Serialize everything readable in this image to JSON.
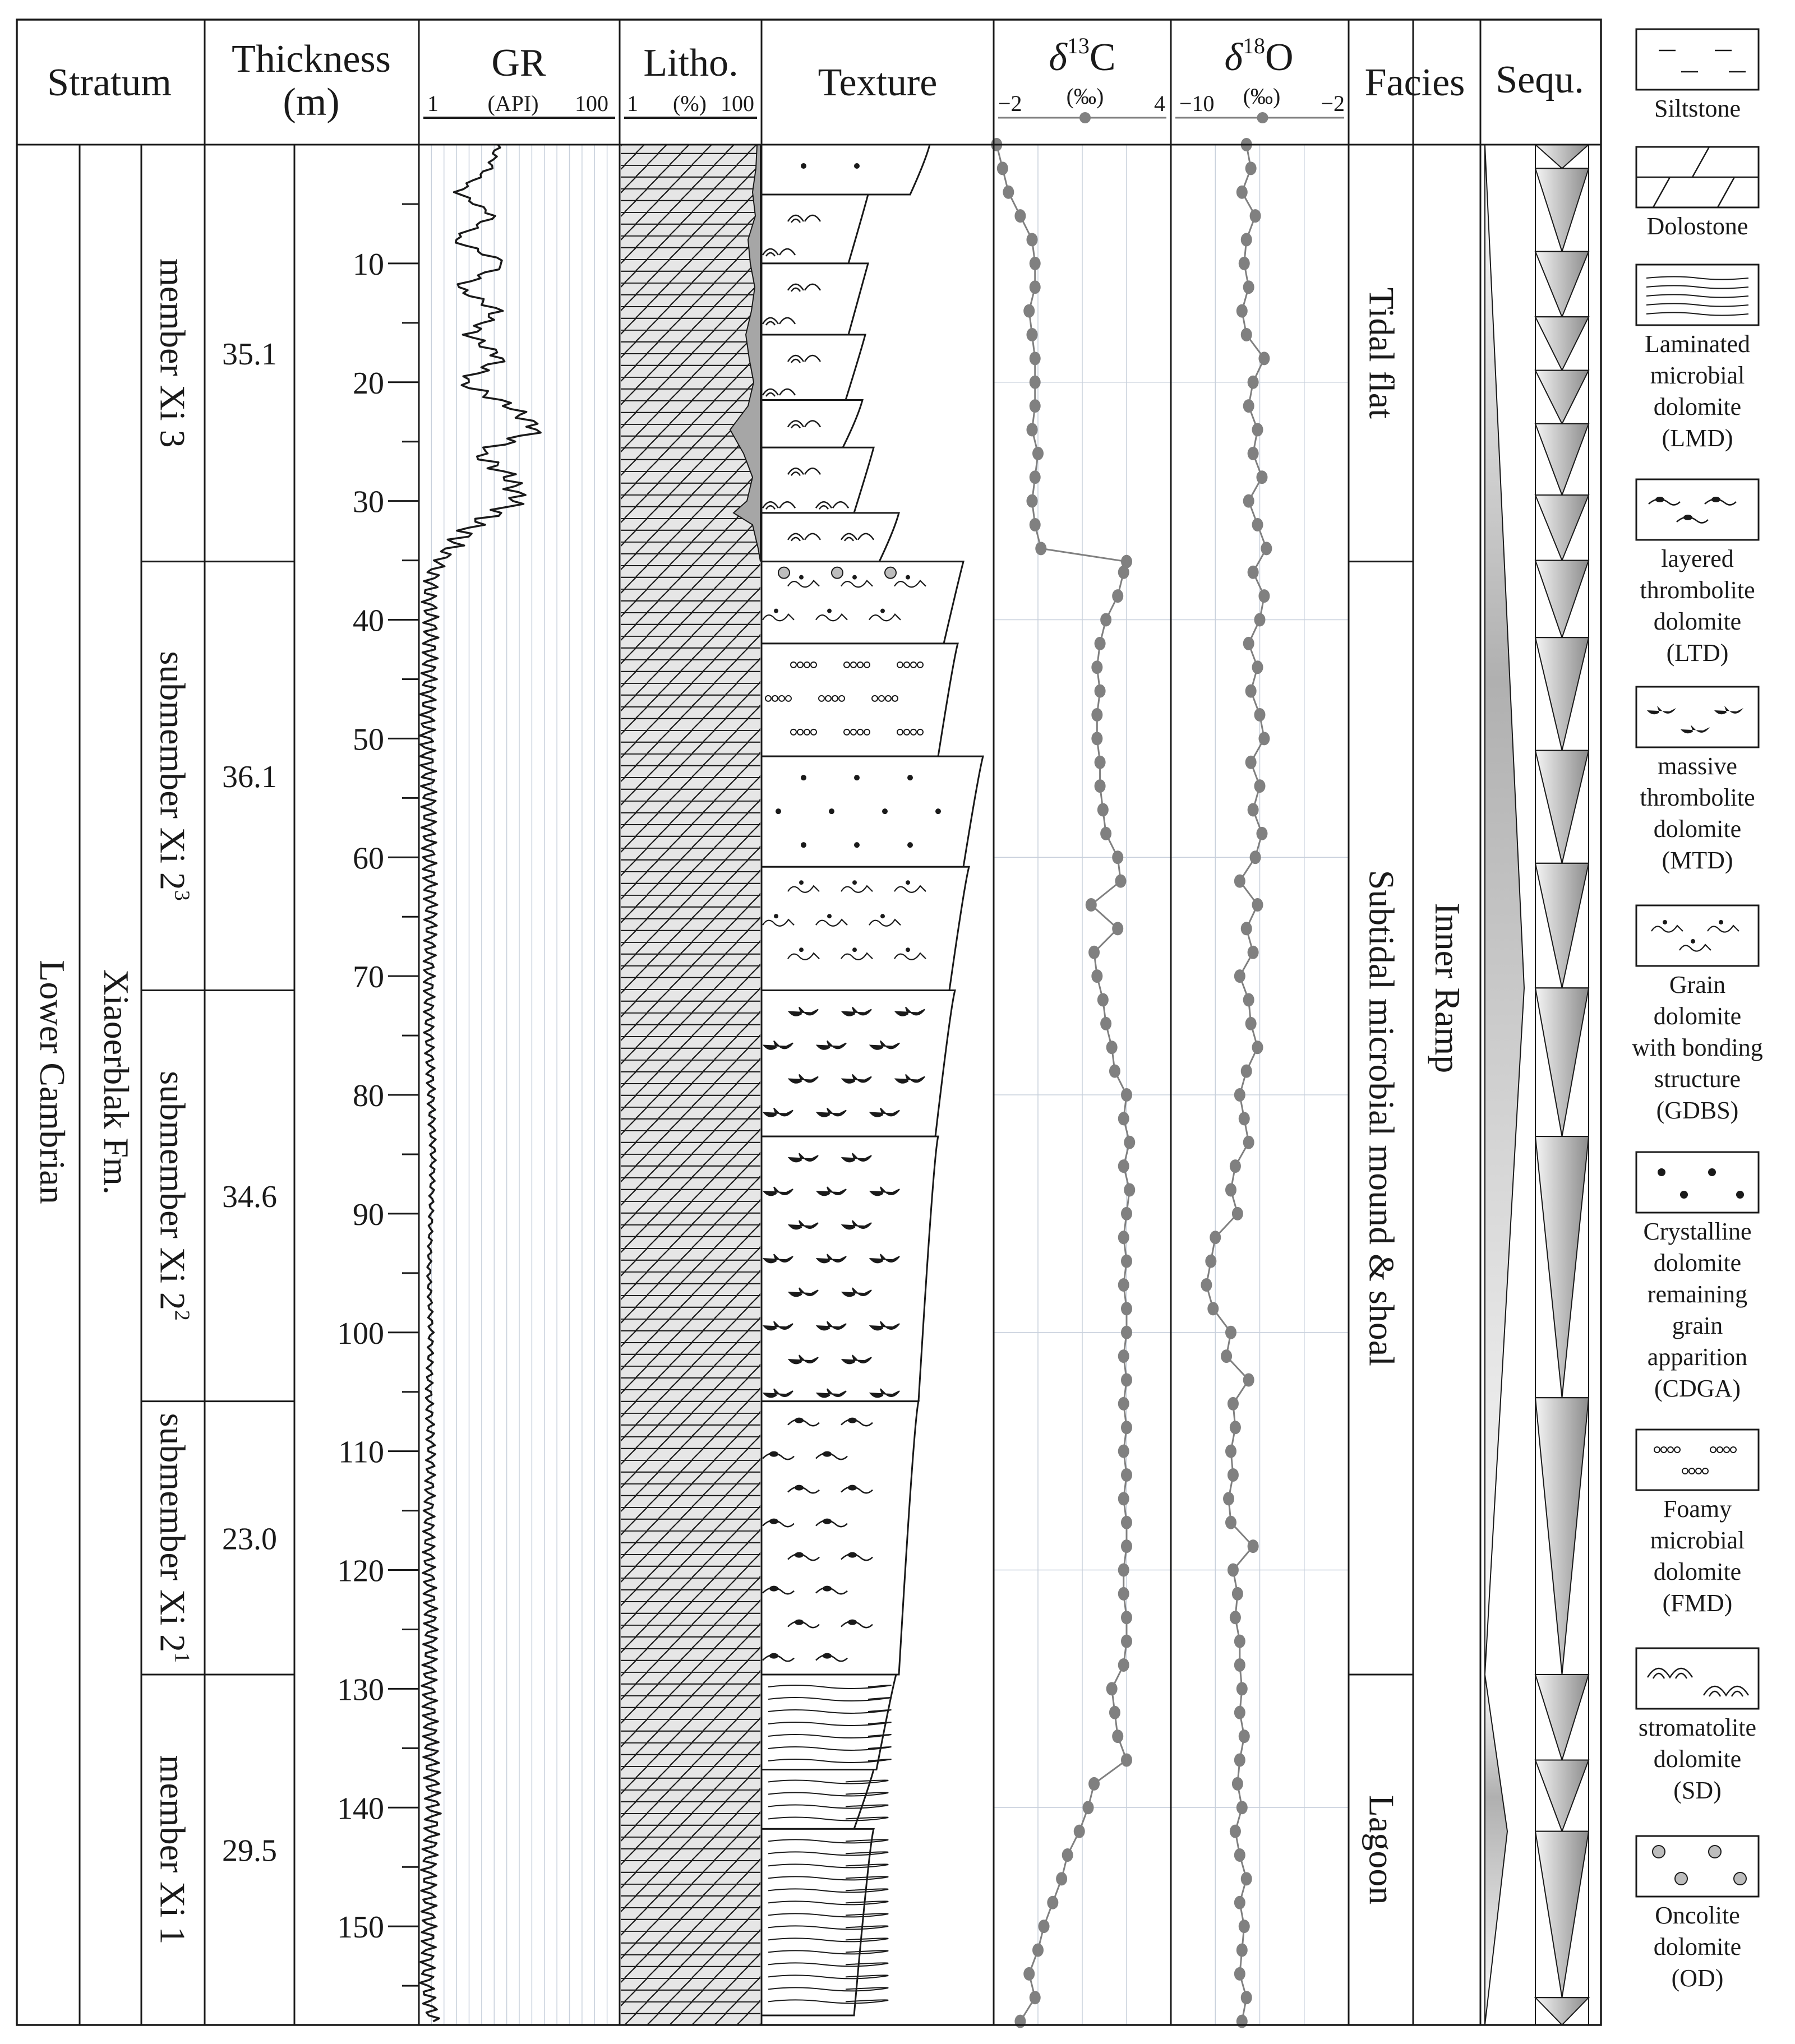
{
  "headers": {
    "stratum": "Stratum",
    "thickness_line1": "Thickness",
    "thickness_line2": "(m)",
    "gr": "GR",
    "gr_scale_min": "1",
    "gr_scale_unit": "(API)",
    "gr_scale_max": "100",
    "litho": "Litho.",
    "litho_scale_min": "1",
    "litho_scale_unit": "(%)",
    "litho_scale_max": "100",
    "texture": "Texture",
    "d13c_delta": "δ",
    "d13c_sup": "13",
    "d13c_elem": "C",
    "d13c_min": "−2",
    "d13c_unit": "(‰)",
    "d13c_max": "4",
    "d18o_delta": "δ",
    "d18o_sup": "18",
    "d18o_elem": "O",
    "d18o_min": "−10",
    "d18o_unit": "(‰)",
    "d18o_max": "−2",
    "facies": "Facies",
    "sequ": "Sequ."
  },
  "stratum": {
    "series": "Lower Cambrian",
    "formation": "Xiaoerblak Fm.",
    "units": [
      {
        "name": "member Xi 3",
        "sup": "",
        "thickness": "35.1",
        "top": 0,
        "base": 35.1
      },
      {
        "name": "submember Xi 2",
        "sup": "3",
        "thickness": "36.1",
        "top": 35.1,
        "base": 71.2
      },
      {
        "name": "submember Xi 2",
        "sup": "2",
        "thickness": "34.6",
        "top": 71.2,
        "base": 105.8
      },
      {
        "name": "submember Xi 2",
        "sup": "1",
        "thickness": "23.0",
        "top": 105.8,
        "base": 128.8
      },
      {
        "name": "member Xi 1",
        "sup": "",
        "thickness": "29.5",
        "top": 128.8,
        "base": 158.3
      }
    ]
  },
  "depth_axis": {
    "min": 0,
    "max": 158.3,
    "ticks": [
      "10",
      "20",
      "30",
      "40",
      "50",
      "60",
      "70",
      "80",
      "90",
      "100",
      "110",
      "120",
      "130",
      "140",
      "150"
    ]
  },
  "facies": {
    "subfacies": [
      {
        "name": "Tidal flat",
        "top": 0,
        "base": 35.1
      },
      {
        "name": "Subtidal microbial mound & shoal",
        "top": 35.1,
        "base": 128.8
      },
      {
        "name": "Lagoon",
        "top": 128.8,
        "base": 158.3
      }
    ],
    "facies": "Inner Ramp"
  },
  "texture_intervals": [
    {
      "type": "CDGA",
      "top": 0,
      "base": 4.2
    },
    {
      "type": "SD",
      "top": 4.2,
      "base": 10
    },
    {
      "type": "SD",
      "top": 10,
      "base": 16
    },
    {
      "type": "SD",
      "top": 16,
      "base": 21.5
    },
    {
      "type": "SD",
      "top": 21.5,
      "base": 25.5
    },
    {
      "type": "SD",
      "top": 25.5,
      "base": 31
    },
    {
      "type": "SD",
      "top": 31,
      "base": 35.1
    },
    {
      "type": "OD_GDBS",
      "top": 35.1,
      "base": 42
    },
    {
      "type": "FMD",
      "top": 42,
      "base": 51.5
    },
    {
      "type": "CDGA",
      "top": 51.5,
      "base": 60.8
    },
    {
      "type": "GDBS",
      "top": 60.8,
      "base": 71.2
    },
    {
      "type": "MTD",
      "top": 71.2,
      "base": 83.5
    },
    {
      "type": "MTD",
      "top": 83.5,
      "base": 105.8
    },
    {
      "type": "LTD",
      "top": 105.8,
      "base": 128.8
    },
    {
      "type": "LMD",
      "top": 128.8,
      "base": 136.8
    },
    {
      "type": "LMD",
      "top": 136.8,
      "base": 141.8
    },
    {
      "type": "LMD",
      "top": 141.8,
      "base": 157.5
    }
  ],
  "sequence_cycles": [
    {
      "top": 0,
      "base": 2
    },
    {
      "top": 2,
      "base": 9
    },
    {
      "top": 9,
      "base": 14.5
    },
    {
      "top": 14.5,
      "base": 19
    },
    {
      "top": 19,
      "base": 23.5
    },
    {
      "top": 23.5,
      "base": 29.5
    },
    {
      "top": 29.5,
      "base": 35
    },
    {
      "top": 35,
      "base": 41.5
    },
    {
      "top": 41.5,
      "base": 51
    },
    {
      "top": 51,
      "base": 60.5
    },
    {
      "top": 60.5,
      "base": 71
    },
    {
      "top": 71,
      "base": 83.5
    },
    {
      "top": 83.5,
      "base": 105.5
    },
    {
      "top": 105.5,
      "base": 128.8
    },
    {
      "top": 128.8,
      "base": 136
    },
    {
      "top": 136,
      "base": 142
    },
    {
      "top": 142,
      "base": 156
    },
    {
      "top": 156,
      "base": 158.3
    }
  ],
  "legend": [
    {
      "key": "siltstone",
      "lines": [
        "Siltstone"
      ]
    },
    {
      "key": "dolostone",
      "lines": [
        "Dolostone"
      ]
    },
    {
      "key": "LMD",
      "lines": [
        "Laminated",
        "microbial",
        "dolomite",
        "(LMD)"
      ]
    },
    {
      "key": "LTD",
      "lines": [
        "layered",
        "thrombolite",
        "dolomite",
        "(LTD)"
      ]
    },
    {
      "key": "MTD",
      "lines": [
        "massive",
        "thrombolite",
        "dolomite",
        "(MTD)"
      ]
    },
    {
      "key": "GDBS",
      "lines": [
        "Grain",
        "dolomite",
        "with bonding",
        "structure",
        "(GDBS)"
      ]
    },
    {
      "key": "CDGA",
      "lines": [
        "Crystalline",
        "dolomite",
        "remaining",
        "grain",
        "apparition",
        "(CDGA)"
      ]
    },
    {
      "key": "FMD",
      "lines": [
        "Foamy",
        "microbial",
        "dolomite",
        "(FMD)"
      ]
    },
    {
      "key": "SD",
      "lines": [
        "stromatolite",
        "dolomite",
        "(SD)"
      ]
    },
    {
      "key": "OD",
      "lines": [
        "Oncolite",
        "dolomite",
        "(OD)"
      ]
    }
  ],
  "colors": {
    "line": "#1a1a1a",
    "isotope": "#808080",
    "grid": "#c8d0dc",
    "litho_fill": "#e6e6e6",
    "silt_fill": "#a6a6a6"
  },
  "chart_data": {
    "type": "line",
    "depth_unit": "m",
    "gr": {
      "xlim": [
        1,
        100
      ],
      "depth": [
        0,
        2,
        4,
        6,
        8,
        10,
        12,
        14,
        16,
        18,
        20,
        22,
        24,
        26,
        28,
        30,
        32,
        34,
        36,
        38,
        40,
        45,
        50,
        55,
        60,
        65,
        70,
        75,
        80,
        85,
        90,
        95,
        100,
        105,
        110,
        115,
        120,
        125,
        130,
        135,
        140,
        145,
        150,
        155,
        158
      ],
      "values": [
        40,
        36,
        20,
        38,
        18,
        44,
        20,
        40,
        26,
        42,
        22,
        46,
        60,
        30,
        46,
        50,
        28,
        16,
        8,
        6,
        7,
        6,
        5,
        6,
        6,
        7,
        6,
        6,
        7,
        8,
        7,
        6,
        7,
        6,
        7,
        6,
        6,
        7,
        6,
        7,
        8,
        6,
        6,
        5,
        8
      ]
    },
    "d13c": {
      "xlim": [
        -2,
        4
      ],
      "depth": [
        0,
        2,
        4,
        6,
        8,
        10,
        12,
        14,
        16,
        18,
        20,
        22,
        24,
        26,
        28,
        30,
        32,
        34,
        35.1,
        36,
        38,
        40,
        42,
        44,
        46,
        48,
        50,
        52,
        54,
        56,
        58,
        60,
        62,
        64,
        66,
        68,
        70,
        72,
        74,
        76,
        78,
        80,
        82,
        84,
        86,
        88,
        90,
        92,
        94,
        96,
        98,
        100,
        102,
        104,
        106,
        108,
        110,
        112,
        114,
        116,
        118,
        120,
        122,
        124,
        126,
        128,
        130,
        132,
        134,
        136,
        138,
        140,
        142,
        144,
        146,
        148,
        150,
        152,
        154,
        156,
        158
      ],
      "values": [
        -1.9,
        -1.7,
        -1.5,
        -1.1,
        -0.7,
        -0.6,
        -0.6,
        -0.8,
        -0.7,
        -0.6,
        -0.6,
        -0.6,
        -0.7,
        -0.5,
        -0.6,
        -0.7,
        -0.6,
        -0.4,
        2.5,
        2.4,
        2.2,
        1.8,
        1.6,
        1.5,
        1.6,
        1.5,
        1.5,
        1.6,
        1.6,
        1.7,
        1.8,
        2.2,
        2.3,
        1.3,
        2.2,
        1.4,
        1.5,
        1.7,
        1.8,
        2.0,
        2.1,
        2.5,
        2.4,
        2.6,
        2.4,
        2.6,
        2.5,
        2.4,
        2.5,
        2.4,
        2.5,
        2.5,
        2.4,
        2.5,
        2.4,
        2.5,
        2.4,
        2.5,
        2.4,
        2.5,
        2.5,
        2.4,
        2.4,
        2.5,
        2.5,
        2.4,
        2.0,
        2.1,
        2.2,
        2.5,
        1.4,
        1.2,
        0.9,
        0.5,
        0.3,
        0.0,
        -0.3,
        -0.5,
        -0.8,
        -0.6,
        -1.1
      ]
    },
    "d18o": {
      "xlim": [
        -10,
        -2
      ],
      "depth": [
        0,
        2,
        4,
        6,
        8,
        10,
        12,
        14,
        16,
        18,
        20,
        22,
        24,
        26,
        28,
        30,
        32,
        34,
        36,
        38,
        40,
        42,
        44,
        46,
        48,
        50,
        52,
        54,
        56,
        58,
        60,
        62,
        64,
        66,
        68,
        70,
        72,
        74,
        76,
        78,
        80,
        82,
        84,
        86,
        88,
        90,
        92,
        94,
        96,
        98,
        100,
        102,
        104,
        106,
        108,
        110,
        112,
        114,
        116,
        118,
        120,
        122,
        124,
        126,
        128,
        130,
        132,
        134,
        136,
        138,
        140,
        142,
        144,
        146,
        148,
        150,
        152,
        154,
        156,
        158
      ],
      "values": [
        -6.6,
        -6.4,
        -6.8,
        -6.2,
        -6.6,
        -6.7,
        -6.5,
        -6.8,
        -6.6,
        -5.8,
        -6.3,
        -6.5,
        -6.1,
        -6.3,
        -5.9,
        -6.5,
        -6.1,
        -5.7,
        -6.3,
        -5.8,
        -6.0,
        -6.5,
        -6.1,
        -6.4,
        -6.0,
        -5.8,
        -6.4,
        -6.0,
        -6.3,
        -5.9,
        -6.2,
        -6.9,
        -6.1,
        -6.6,
        -6.3,
        -6.9,
        -6.5,
        -6.4,
        -6.1,
        -6.6,
        -6.9,
        -6.7,
        -6.5,
        -7.1,
        -7.3,
        -7.0,
        -8.0,
        -8.2,
        -8.4,
        -8.1,
        -7.3,
        -7.5,
        -6.5,
        -7.2,
        -7.1,
        -7.3,
        -7.2,
        -7.4,
        -7.3,
        -6.3,
        -7.2,
        -7.0,
        -7.1,
        -6.9,
        -6.9,
        -6.8,
        -6.9,
        -6.7,
        -6.9,
        -7.0,
        -6.8,
        -7.1,
        -6.9,
        -6.6,
        -6.9,
        -6.7,
        -6.8,
        -6.9,
        -6.6,
        -6.8
      ]
    }
  }
}
